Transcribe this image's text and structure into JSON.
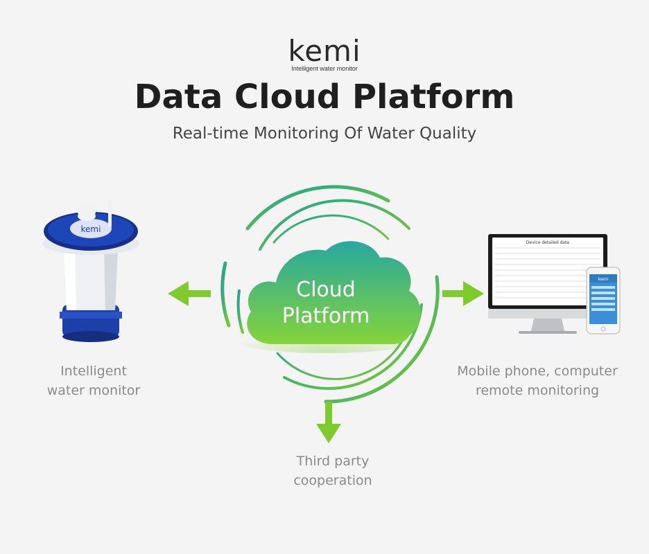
{
  "brand": {
    "name": "kemi",
    "tagline": "Intelligent water monitor"
  },
  "header": {
    "title": "Data Cloud Platform",
    "subtitle": "Real-time Monitoring Of Water Quality"
  },
  "cloud": {
    "line1": "Cloud",
    "line2": "Platform"
  },
  "nodes": {
    "left": {
      "line1": "Intelligent",
      "line2": "water monitor",
      "device_label": "kemi"
    },
    "right": {
      "line1": "Mobile phone, computer",
      "line2": "remote monitoring",
      "screen_title": "Device detailed data",
      "phone_label": "kemi"
    },
    "bottom": {
      "line1": "Third party",
      "line2": "cooperation"
    }
  },
  "colors": {
    "green": "#7dcb2d",
    "teal": "#1aa396",
    "cloud_top": "#27a7a0",
    "cloud_bottom": "#86d43a",
    "device_blue": "#1d3fa8"
  }
}
